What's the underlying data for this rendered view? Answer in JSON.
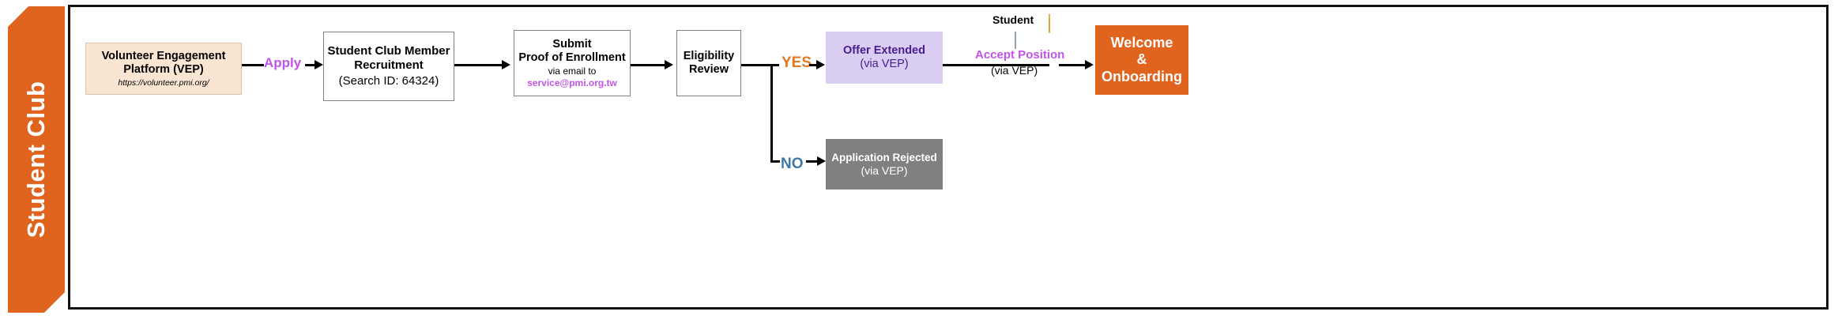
{
  "lane": {
    "label": "Student Club",
    "color": "#E0641E"
  },
  "nodes": {
    "vep": {
      "line1": "Volunteer Engagement",
      "line2": "Platform (VEP)",
      "line3": "https://volunteer.pmi.org/",
      "fill": "#FAE5D3"
    },
    "recruitment": {
      "line1": "Student Club Member",
      "line2": "Recruitment",
      "line3": "(Search ID: 64324)",
      "fill": "#FFFFFF"
    },
    "submit": {
      "line1": "Submit",
      "line2": "Proof of Enrollment",
      "line3": "via email to",
      "line4": "service@pmi.org.tw",
      "fill": "#FFFFFF",
      "email_color": "#C154E8"
    },
    "review": {
      "line1": "Eligibility",
      "line2": "Review",
      "fill": "#FFFFFF"
    },
    "offer": {
      "line1": "Offer Extended",
      "line2": "(via VEP)",
      "fill": "#D9CEF2",
      "text_color": "#4A1C90"
    },
    "rejected": {
      "line1": "Application Rejected",
      "line2": "(via VEP)",
      "fill": "#808080",
      "text_color": "#FFFFFF"
    },
    "welcome": {
      "line1": "Welcome",
      "line2": "&",
      "line3": "Onboarding",
      "fill": "#E0641E",
      "text_color": "#FFFFFF"
    }
  },
  "edges": {
    "apply": {
      "label": "Apply",
      "color": "#C154E8"
    },
    "yes": {
      "label": "YES",
      "color": "#E0781E"
    },
    "no": {
      "label": "NO",
      "color": "#3C78A8"
    },
    "accept": {
      "header": "Student",
      "label": "Accept Position",
      "sublabel": "(via VEP)",
      "color": "#C154E8"
    }
  }
}
